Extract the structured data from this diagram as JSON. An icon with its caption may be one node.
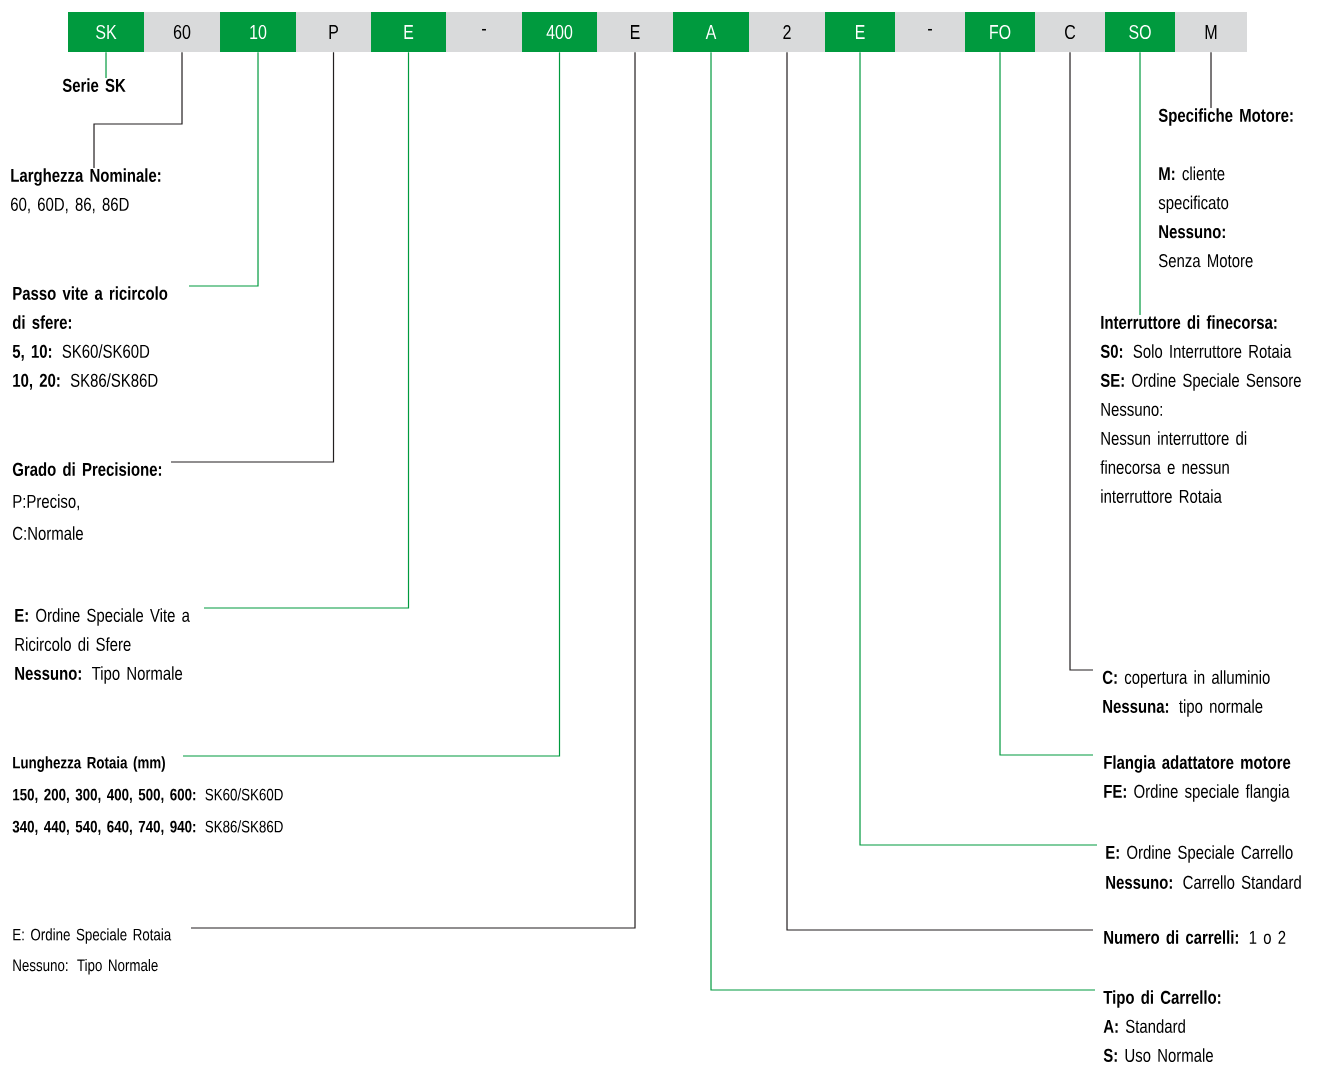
{
  "diagram": {
    "nodes": [
      {
        "text": [
          "SK"
        ]
      },
      {
        "text": [
          "60"
        ]
      },
      {
        "text": [
          "10"
        ]
      },
      {
        "text": [
          "P"
        ]
      },
      {
        "text": [
          "E"
        ]
      },
      {
        "text": [
          "-"
        ]
      },
      {
        "text": [
          "400"
        ]
      },
      {
        "text": [
          "E"
        ]
      },
      {
        "text": [
          "A"
        ]
      },
      {
        "text": [
          "2"
        ]
      },
      {
        "text": [
          "E"
        ]
      },
      {
        "text": [
          "-"
        ]
      },
      {
        "text": [
          "FO"
        ]
      },
      {
        "text": [
          "C"
        ]
      },
      {
        "text": [
          "SO"
        ]
      },
      {
        "text": [
          "M"
        ]
      },
      {
        "text": [
          "Serie SK"
        ]
      },
      {
        "text": [
          "Larghezza Nominale:",
          "60, 60D, 86, 86D"
        ]
      },
      {
        "text": [
          "Passo vite a ricircolo di sfere:",
          "**5, 10:** SK60/SK60D",
          "**10, 20:** SK86/SK86D"
        ]
      },
      {
        "text": [
          "Grado di Precisione:",
          "P:Preciso,",
          "C:Normale"
        ]
      },
      {
        "text": [
          "**E:** Ordine Speciale Vite a Ricircolo di Sfere",
          "**Nessuno:** Tipo Normale"
        ]
      },
      {
        "text": [
          "Lunghezza Rotaia  (mm)",
          "**150, 200, 300, 400, 500, 600:** SK60/SK60D",
          "**340, 440, 540, 640, 740, 940:** SK86/SK86D"
        ]
      },
      {
        "text": [
          "E: Ordine Speciale Rotaia",
          "Nessuno: Tipo Normale"
        ]
      },
      {
        "text": [
          "Tipo di Carrello:",
          "**A:**  Standard",
          "**S:**  Uso Normale"
        ]
      },
      {
        "text": [
          "**Numero di carrelli:** 1 o 2"
        ]
      },
      {
        "text": [
          "**E:** Ordine Speciale Carrello",
          "**Nessuno:** Carrello Standard"
        ]
      },
      {
        "text": [
          "Flangia adattatore motore",
          "**FE:** Ordine speciale flangia"
        ]
      },
      {
        "text": [
          "**C:** copertura in alluminio",
          "**Nessuna:** tipo normale"
        ]
      },
      {
        "text": [
          "Interruttore di finecorsa:",
          "**S0:** Solo Interruttore Rotaia",
          "**SE:** Ordine Speciale Sensore",
          "Nessuno:",
          "Nessun interruttore di finecorsa e nessun interruttore Rotaia"
        ]
      },
      {
        "text": [
          "Specifiche Motore:",
          "**M:** cliente specificato",
          "Nessuno:",
          "Senza Motore"
        ]
      }
    ],
    "edges": [
      {
        "from": 0,
        "to": 16,
        "arrow": "none",
        "color": "#009a3e"
      },
      {
        "from": 1,
        "to": 17,
        "arrow": "none",
        "color": "#231f20"
      },
      {
        "from": 2,
        "to": 18,
        "arrow": "none",
        "color": "#009a3e"
      },
      {
        "from": 3,
        "to": 19,
        "arrow": "none",
        "color": "#231f20"
      },
      {
        "from": 4,
        "to": 20,
        "arrow": "none",
        "color": "#009a3e"
      },
      {
        "from": 6,
        "to": 21,
        "arrow": "none",
        "color": "#009a3e"
      },
      {
        "from": 7,
        "to": 22,
        "arrow": "none",
        "color": "#231f20"
      },
      {
        "from": 8,
        "to": 23,
        "arrow": "none",
        "color": "#009a3e"
      },
      {
        "from": 9,
        "to": 24,
        "arrow": "none",
        "color": "#231f20"
      },
      {
        "from": 10,
        "to": 25,
        "arrow": "none",
        "color": "#009a3e"
      },
      {
        "from": 12,
        "to": 26,
        "arrow": "none",
        "color": "#009a3e"
      },
      {
        "from": 13,
        "to": 27,
        "arrow": "none",
        "color": "#231f20"
      },
      {
        "from": 14,
        "to": 28,
        "arrow": "none",
        "color": "#009a3e"
      },
      {
        "from": 15,
        "to": 29,
        "arrow": "none",
        "color": "#231f20"
      }
    ]
  }
}
